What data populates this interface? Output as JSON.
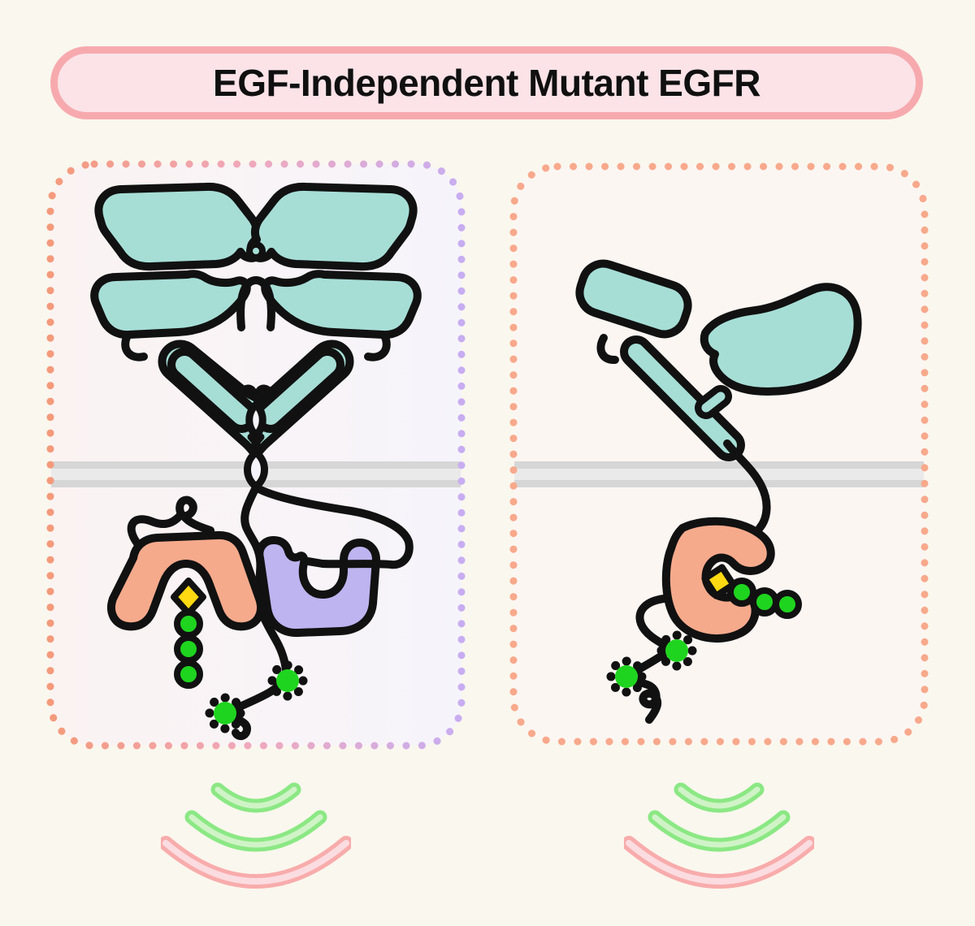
{
  "header": {
    "title": "EGF-Independent Mutant EGFR"
  },
  "figure": {
    "left_panel": "mutant-egfr-dimer-signaling-without-egf",
    "right_panel": "mutant-egfr-monomer-signaling-without-egf",
    "membrane": "plasma-membrane",
    "signal_icon": "signal-waves-icon",
    "phospho_icon": "phospho-site-icon",
    "atp_icon": "atp-diamond-icon"
  },
  "colors": {
    "page-bg": "#FAF7EE",
    "ink": "#111111",
    "pill-bg": "#FBE3E8",
    "pill-border": "#F7AAAE",
    "teal": "#A6DED6",
    "orange": "#F6AA8C",
    "purple": "#BDB4F0",
    "yellow": "#FFD911",
    "green": "#1FD41F",
    "mem-mid": "#EAEAEA",
    "mem-edge": "#D6D6D6",
    "border-left-a": "#F49A7B",
    "border-left-b": "#EFA9BE",
    "border-left-c": "#C8ADF1",
    "bg-left-a": "#FBF3F2",
    "bg-left-b": "#F6F4FB",
    "border-right": "#F8A98C",
    "bg-right": "#FCF6F3",
    "arc-green": "#8BE884",
    "arc-green-in": "#CFF3C6",
    "arc-pink": "#F8ACAC",
    "arc-pink-in": "#FBDCE0"
  }
}
